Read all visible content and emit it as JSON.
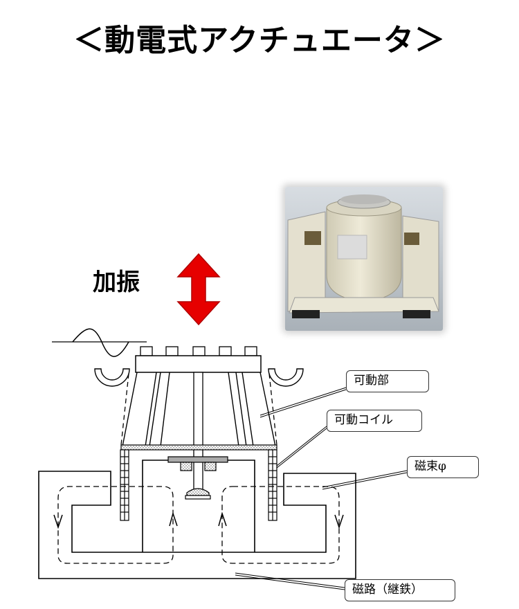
{
  "title": "＜動電式アクチュエータ＞",
  "excitation_label": "加振",
  "labels": {
    "moving_part": "可動部",
    "moving_coil": "可動コイル",
    "magnetic_flux": "磁束φ",
    "magnetic_circuit": "磁路（継鉄）"
  },
  "colors": {
    "arrow": "#e60000",
    "arrow_stroke": "#b00000",
    "line": "#000000"
  }
}
